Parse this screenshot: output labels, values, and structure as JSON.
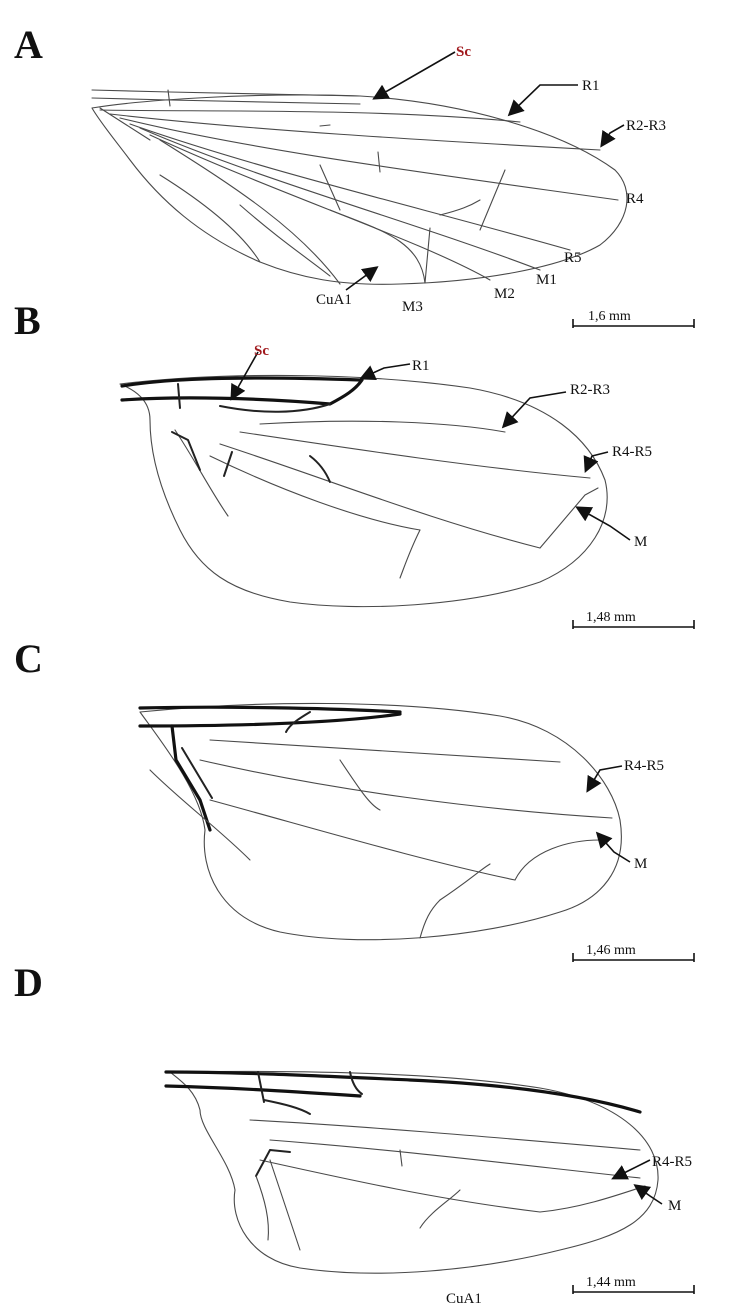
{
  "colors": {
    "ink": "#111111",
    "sc_label": "#a0181c",
    "background": "#ffffff"
  },
  "panels": [
    {
      "letter": "A",
      "labels": {
        "sc": "Sc",
        "r1": "R1",
        "r2r3": "R2-R3",
        "r4": "R4",
        "r5": "R5",
        "m1": "M1",
        "m2": "M2",
        "m3": "M3",
        "cua1": "CuA1"
      },
      "scale": "1,6 mm"
    },
    {
      "letter": "B",
      "labels": {
        "sc": "Sc",
        "r1": "R1",
        "r2r3": "R2-R3",
        "r4r5": "R4-R5",
        "m": "M"
      },
      "scale": "1,48 mm"
    },
    {
      "letter": "C",
      "labels": {
        "r4r5": "R4-R5",
        "m": "M"
      },
      "scale": "1,46 mm"
    },
    {
      "letter": "D",
      "labels": {
        "r4r5": "R4-R5",
        "m": "M",
        "cua1": "CuA1"
      },
      "scale": "1,44 mm"
    }
  ]
}
